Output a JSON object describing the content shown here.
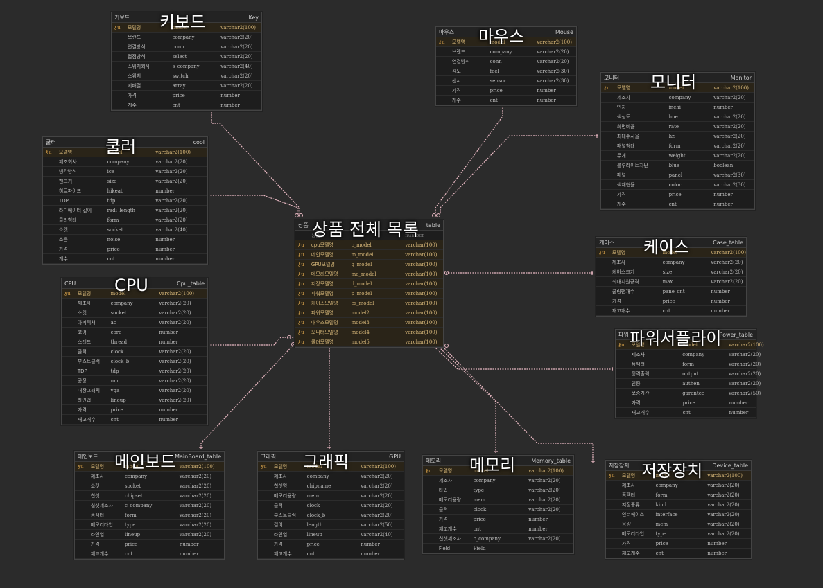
{
  "colors": {
    "background": "#2b2b2b",
    "table": "#1d1d1d",
    "pk_row": "#2a2418",
    "line": "#e8b8c2"
  },
  "center": {
    "label": "상품 전체 목록",
    "logical": "상품",
    "physical": "table",
    "rows": [
      {
        "key": "",
        "log": "상품",
        "phy": "",
        "typ": "number",
        "sub": true
      },
      {
        "key": "⚷",
        "log": "cpu모델명",
        "phy": "c_model",
        "typ": "varchar(100)"
      },
      {
        "key": "⚷",
        "log": "메인모델명",
        "phy": "m_model",
        "typ": "varchar(100)"
      },
      {
        "key": "⚷",
        "log": "GPU모델명",
        "phy": "g_model",
        "typ": "varchar(100)"
      },
      {
        "key": "⚷",
        "log": "메모리모델명",
        "phy": "me_model",
        "typ": "varchar(100)"
      },
      {
        "key": "⚷",
        "log": "저장모델명",
        "phy": "d_model",
        "typ": "varchar(100)"
      },
      {
        "key": "⚷",
        "log": "파워모델명",
        "phy": "p_model",
        "typ": "varchar(100)"
      },
      {
        "key": "⚷",
        "log": "케이스모델명",
        "phy": "cs_model",
        "typ": "varchar(100)"
      },
      {
        "key": "⚷",
        "log": "파워모델명",
        "phy": "model2",
        "typ": "varchar(100)"
      },
      {
        "key": "⚷",
        "log": "매우스모델명",
        "phy": "model3",
        "typ": "varchar(100)"
      },
      {
        "key": "⚷",
        "log": "모니터모델명",
        "phy": "model4",
        "typ": "varchar(100)"
      },
      {
        "key": "⚷",
        "log": "쿨러모델명",
        "phy": "model5",
        "typ": "varchar(100)"
      }
    ]
  },
  "tables": [
    {
      "id": "keyboard",
      "label": "키보드",
      "logical": "키보드",
      "physical": "Key",
      "rows": [
        {
          "key": "⚷",
          "log": "모델명",
          "phy": "model",
          "typ": "varchar2(100)"
        },
        {
          "key": "",
          "log": "브랜드",
          "phy": "company",
          "typ": "varchar2(20)"
        },
        {
          "key": "",
          "log": "연결방식",
          "phy": "conn",
          "typ": "varchar2(20)"
        },
        {
          "key": "",
          "log": "접점방식",
          "phy": "select",
          "typ": "varchar2(20)"
        },
        {
          "key": "",
          "log": "스위치회사",
          "phy": "s_company",
          "typ": "varchar2(40)"
        },
        {
          "key": "",
          "log": "스위치",
          "phy": "switch",
          "typ": "varchar2(20)"
        },
        {
          "key": "",
          "log": "키배열",
          "phy": "array",
          "typ": "varchar2(20)"
        },
        {
          "key": "",
          "log": "가격",
          "phy": "price",
          "typ": "number"
        },
        {
          "key": "",
          "log": "개수",
          "phy": "cnt",
          "typ": "number"
        }
      ]
    },
    {
      "id": "mouse",
      "label": "마우스",
      "logical": "마우스",
      "physical": "Mouse",
      "rows": [
        {
          "key": "⚷",
          "log": "모델명",
          "phy": "model",
          "typ": "varchar2(100)"
        },
        {
          "key": "",
          "log": "브랜드",
          "phy": "company",
          "typ": "varchar2(20)"
        },
        {
          "key": "",
          "log": "연결방식",
          "phy": "conn",
          "typ": "varchar2(20)"
        },
        {
          "key": "",
          "log": "감도",
          "phy": "feel",
          "typ": "varchar2(30)"
        },
        {
          "key": "",
          "log": "센서",
          "phy": "sensor",
          "typ": "varchar2(30)"
        },
        {
          "key": "",
          "log": "가격",
          "phy": "price",
          "typ": "number"
        },
        {
          "key": "",
          "log": "개수",
          "phy": "cnt",
          "typ": "number"
        }
      ]
    },
    {
      "id": "monitor",
      "label": "모니터",
      "logical": "모니터",
      "physical": "Monitor",
      "rows": [
        {
          "key": "⚷",
          "log": "모델명",
          "phy": "model",
          "typ": "varchar2(100)"
        },
        {
          "key": "",
          "log": "제조사",
          "phy": "company",
          "typ": "varchar2(20)"
        },
        {
          "key": "",
          "log": "인치",
          "phy": "inchi",
          "typ": "number"
        },
        {
          "key": "",
          "log": "색상도",
          "phy": "hue",
          "typ": "varchar2(20)"
        },
        {
          "key": "",
          "log": "화면비율",
          "phy": "rate",
          "typ": "varchar2(20)"
        },
        {
          "key": "",
          "log": "최대주사율",
          "phy": "hz",
          "typ": "varchar2(20)"
        },
        {
          "key": "",
          "log": "패널형태",
          "phy": "form",
          "typ": "varchar2(20)"
        },
        {
          "key": "",
          "log": "무게",
          "phy": "weight",
          "typ": "varchar2(20)"
        },
        {
          "key": "",
          "log": "블루라이트차단",
          "phy": "blue",
          "typ": "boolean"
        },
        {
          "key": "",
          "log": "패널",
          "phy": "panel",
          "typ": "varchar2(30)"
        },
        {
          "key": "",
          "log": "색재현율",
          "phy": "color",
          "typ": "varchar2(30)"
        },
        {
          "key": "",
          "log": "가격",
          "phy": "price",
          "typ": "number"
        },
        {
          "key": "",
          "log": "개수",
          "phy": "cnt",
          "typ": "number"
        }
      ]
    },
    {
      "id": "cooler",
      "label": "쿨러",
      "logical": "쿨러",
      "physical": "cool",
      "rows": [
        {
          "key": "⚷",
          "log": "모델명",
          "phy": "model",
          "typ": "varchar2(100)"
        },
        {
          "key": "",
          "log": "제조회사",
          "phy": "company",
          "typ": "varchar2(20)"
        },
        {
          "key": "",
          "log": "냉각방식",
          "phy": "ice",
          "typ": "varchar2(20)"
        },
        {
          "key": "",
          "log": "팬크기",
          "phy": "size",
          "typ": "varchar2(20)"
        },
        {
          "key": "",
          "log": "히트파이프",
          "phy": "hikeat",
          "typ": "number"
        },
        {
          "key": "",
          "log": "TDP",
          "phy": "tdp",
          "typ": "varchar2(20)"
        },
        {
          "key": "",
          "log": "라디에이터 길이",
          "phy": "radi_length",
          "typ": "varchar2(20)"
        },
        {
          "key": "",
          "log": "쿨러형태",
          "phy": "form",
          "typ": "varchar2(20)"
        },
        {
          "key": "",
          "log": "소켓",
          "phy": "socket",
          "typ": "varchar2(40)"
        },
        {
          "key": "",
          "log": "소음",
          "phy": "noise",
          "typ": "number"
        },
        {
          "key": "",
          "log": "가격",
          "phy": "price",
          "typ": "number"
        },
        {
          "key": "",
          "log": "개수",
          "phy": "cnt",
          "typ": "number"
        }
      ]
    },
    {
      "id": "case",
      "label": "케이스",
      "logical": "케이스",
      "physical": "Case_table",
      "rows": [
        {
          "key": "⚷",
          "log": "모델명",
          "phy": "model",
          "typ": "varchar2(100)"
        },
        {
          "key": "",
          "log": "제조사",
          "phy": "company",
          "typ": "varchar2(20)"
        },
        {
          "key": "",
          "log": "케이스크기",
          "phy": "size",
          "typ": "varchar2(20)"
        },
        {
          "key": "",
          "log": "최대지원규격",
          "phy": "max",
          "typ": "varchar2(20)"
        },
        {
          "key": "",
          "log": "쿨링팬개수",
          "phy": "pane_cnt",
          "typ": "number"
        },
        {
          "key": "",
          "log": "가격",
          "phy": "price",
          "typ": "number"
        },
        {
          "key": "",
          "log": "재고개수",
          "phy": "cnt",
          "typ": "number"
        }
      ]
    },
    {
      "id": "cpu",
      "label": "CPU",
      "logical": "CPU",
      "physical": "Cpu_table",
      "rows": [
        {
          "key": "⚷",
          "log": "모델명",
          "phy": "model",
          "typ": "varchar2(100)"
        },
        {
          "key": "",
          "log": "제조사",
          "phy": "company",
          "typ": "varchar2(20)"
        },
        {
          "key": "",
          "log": "소켓",
          "phy": "socket",
          "typ": "varchar2(20)"
        },
        {
          "key": "",
          "log": "아키텍쳐",
          "phy": "ac",
          "typ": "varchar2(20)"
        },
        {
          "key": "",
          "log": "코어",
          "phy": "core",
          "typ": "number"
        },
        {
          "key": "",
          "log": "스레드",
          "phy": "thread",
          "typ": "number"
        },
        {
          "key": "",
          "log": "클럭",
          "phy": "clock",
          "typ": "varchar2(20)"
        },
        {
          "key": "",
          "log": "부스트클럭",
          "phy": "clock_b",
          "typ": "varchar2(20)"
        },
        {
          "key": "",
          "log": "TDP",
          "phy": "tdp",
          "typ": "varchar2(20)"
        },
        {
          "key": "",
          "log": "공정",
          "phy": "nm",
          "typ": "varchar2(20)"
        },
        {
          "key": "",
          "log": "내장그래픽",
          "phy": "vga",
          "typ": "varchar2(20)"
        },
        {
          "key": "",
          "log": "라인업",
          "phy": "lineup",
          "typ": "varchar2(20)"
        },
        {
          "key": "",
          "log": "가격",
          "phy": "price",
          "typ": "number"
        },
        {
          "key": "",
          "log": "재고개수",
          "phy": "cnt",
          "typ": "number"
        }
      ]
    },
    {
      "id": "power",
      "label": "파워서플라이",
      "logical": "파워",
      "physical": "Power_table",
      "rows": [
        {
          "key": "⚷",
          "log": "모델명",
          "phy": "model",
          "typ": "varchar2(100)"
        },
        {
          "key": "",
          "log": "제조사",
          "phy": "company",
          "typ": "varchar2(20)"
        },
        {
          "key": "",
          "log": "폼팩터",
          "phy": "form",
          "typ": "varchar2(20)"
        },
        {
          "key": "",
          "log": "정격출력",
          "phy": "output",
          "typ": "varchar2(20)"
        },
        {
          "key": "",
          "log": "인증",
          "phy": "authen",
          "typ": "varchar2(20)"
        },
        {
          "key": "",
          "log": "보증기간",
          "phy": "garantee",
          "typ": "varchar2(50)"
        },
        {
          "key": "",
          "log": "가격",
          "phy": "price",
          "typ": "number"
        },
        {
          "key": "",
          "log": "재고개수",
          "phy": "cnt",
          "typ": "number"
        }
      ]
    },
    {
      "id": "mainboard",
      "label": "메인보드",
      "logical": "메인보드",
      "physical": "MainBoard_table",
      "rows": [
        {
          "key": "⚷",
          "log": "모델명",
          "phy": "model",
          "typ": "varchar2(100)"
        },
        {
          "key": "",
          "log": "제조사",
          "phy": "company",
          "typ": "varchar2(20)"
        },
        {
          "key": "",
          "log": "소켓",
          "phy": "socket",
          "typ": "varchar2(20)"
        },
        {
          "key": "",
          "log": "칩셋",
          "phy": "chipset",
          "typ": "varchar2(20)"
        },
        {
          "key": "",
          "log": "칩셋제조사",
          "phy": "c_company",
          "typ": "varchar2(20)"
        },
        {
          "key": "",
          "log": "폼팩터",
          "phy": "form",
          "typ": "varchar2(20)"
        },
        {
          "key": "",
          "log": "메모리타입",
          "phy": "type",
          "typ": "varchar2(20)"
        },
        {
          "key": "",
          "log": "라인업",
          "phy": "lineup",
          "typ": "varchar2(20)"
        },
        {
          "key": "",
          "log": "가격",
          "phy": "price",
          "typ": "number"
        },
        {
          "key": "",
          "log": "재고개수",
          "phy": "cnt",
          "typ": "number"
        }
      ]
    },
    {
      "id": "gpu",
      "label": "그래픽",
      "logical": "그래픽",
      "physical": "GPU",
      "rows": [
        {
          "key": "⚷",
          "log": "모델명",
          "phy": "model",
          "typ": "varchar2(100)"
        },
        {
          "key": "",
          "log": "제조사",
          "phy": "company",
          "typ": "varchar2(20)"
        },
        {
          "key": "",
          "log": "칩셋명",
          "phy": "chipname",
          "typ": "varchar2(20)"
        },
        {
          "key": "",
          "log": "메모리용량",
          "phy": "mem",
          "typ": "varchar2(20)"
        },
        {
          "key": "",
          "log": "클럭",
          "phy": "clock",
          "typ": "varchar2(20)"
        },
        {
          "key": "",
          "log": "부스트클럭",
          "phy": "clock_b",
          "typ": "varchar2(20)"
        },
        {
          "key": "",
          "log": "길이",
          "phy": "length",
          "typ": "varchar2(50)"
        },
        {
          "key": "",
          "log": "라인업",
          "phy": "lineup",
          "typ": "varchar2(40)"
        },
        {
          "key": "",
          "log": "가격",
          "phy": "price",
          "typ": "number"
        },
        {
          "key": "",
          "log": "재고개수",
          "phy": "cnt",
          "typ": "number"
        }
      ]
    },
    {
      "id": "memory",
      "label": "메모리",
      "logical": "메모리",
      "physical": "Memory_table",
      "rows": [
        {
          "key": "⚷",
          "log": "모델명",
          "phy": "model",
          "typ": "varchar2(100)"
        },
        {
          "key": "",
          "log": "제조사",
          "phy": "company",
          "typ": "varchar2(20)"
        },
        {
          "key": "",
          "log": "타입",
          "phy": "type",
          "typ": "varchar2(20)"
        },
        {
          "key": "",
          "log": "메모리용량",
          "phy": "mem",
          "typ": "varchar2(20)"
        },
        {
          "key": "",
          "log": "클럭",
          "phy": "clock",
          "typ": "varchar2(20)"
        },
        {
          "key": "",
          "log": "가격",
          "phy": "price",
          "typ": "number"
        },
        {
          "key": "",
          "log": "재고개수",
          "phy": "cnt",
          "typ": "number"
        },
        {
          "key": "",
          "log": "칩셋제조사",
          "phy": "c_company",
          "typ": "varchar2(20)"
        },
        {
          "key": "",
          "log": "Field",
          "phy": "Field",
          "typ": ""
        }
      ]
    },
    {
      "id": "storage",
      "label": "저장장치",
      "logical": "저장장치",
      "physical": "Device_table",
      "rows": [
        {
          "key": "⚷",
          "log": "모델명",
          "phy": "model",
          "typ": "varchar2(100)"
        },
        {
          "key": "",
          "log": "제조사",
          "phy": "company",
          "typ": "varchar2(20)"
        },
        {
          "key": "",
          "log": "폼팩터",
          "phy": "form",
          "typ": "varchar2(20)"
        },
        {
          "key": "",
          "log": "저장종류",
          "phy": "kind",
          "typ": "varchar2(20)"
        },
        {
          "key": "",
          "log": "인터페이스",
          "phy": "interface",
          "typ": "varchar2(20)"
        },
        {
          "key": "",
          "log": "용량",
          "phy": "mem",
          "typ": "varchar2(20)"
        },
        {
          "key": "",
          "log": "메모리타입",
          "phy": "type",
          "typ": "varchar2(20)"
        },
        {
          "key": "",
          "log": "가격",
          "phy": "price",
          "typ": "number"
        },
        {
          "key": "",
          "log": "재고개수",
          "phy": "cnt",
          "typ": "number"
        }
      ]
    }
  ]
}
